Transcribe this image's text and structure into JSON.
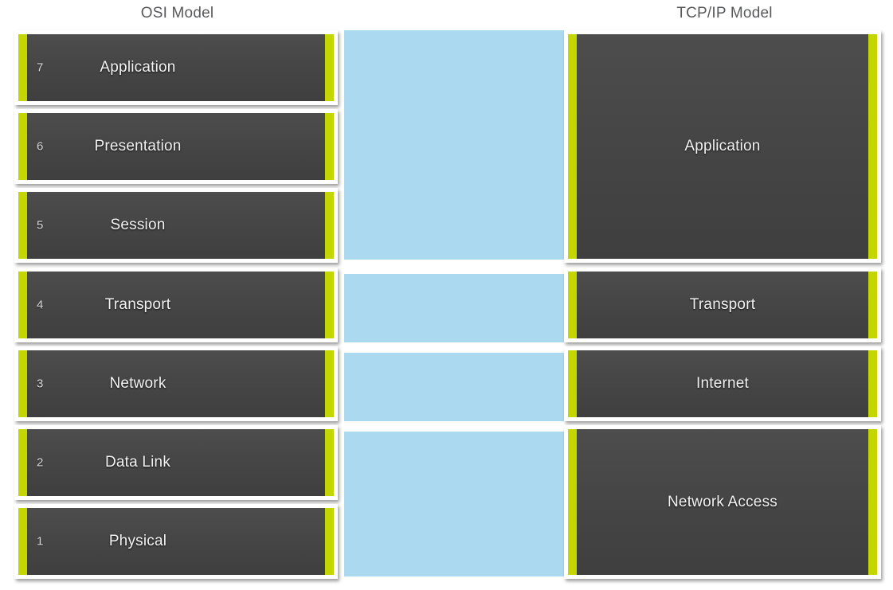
{
  "headers": {
    "osi": "OSI Model",
    "tcpip": "TCP/IP Model"
  },
  "colors": {
    "block_dark": "#464646",
    "accent_yellow_green": "#c3d600",
    "connector_blue": "#abd9f0",
    "frame_white": "#ffffff",
    "title_text": "#58595b",
    "label_text": "#f2f2f2"
  },
  "osi_layers": [
    {
      "number": "7",
      "name": "Application"
    },
    {
      "number": "6",
      "name": "Presentation"
    },
    {
      "number": "5",
      "name": "Session"
    },
    {
      "number": "4",
      "name": "Transport"
    },
    {
      "number": "3",
      "name": "Network"
    },
    {
      "number": "2",
      "name": "Data Link"
    },
    {
      "number": "1",
      "name": "Physical"
    }
  ],
  "tcpip_layers": [
    {
      "name": "Application",
      "spans_osi": [
        "7",
        "6",
        "5"
      ]
    },
    {
      "name": "Transport",
      "spans_osi": [
        "4"
      ]
    },
    {
      "name": "Internet",
      "spans_osi": [
        "3"
      ]
    },
    {
      "name": "Network Access",
      "spans_osi": [
        "2",
        "1"
      ]
    }
  ],
  "connectors": [
    {
      "maps": "Application"
    },
    {
      "maps": "Transport"
    },
    {
      "maps": "Internet"
    },
    {
      "maps": "Network Access"
    }
  ]
}
